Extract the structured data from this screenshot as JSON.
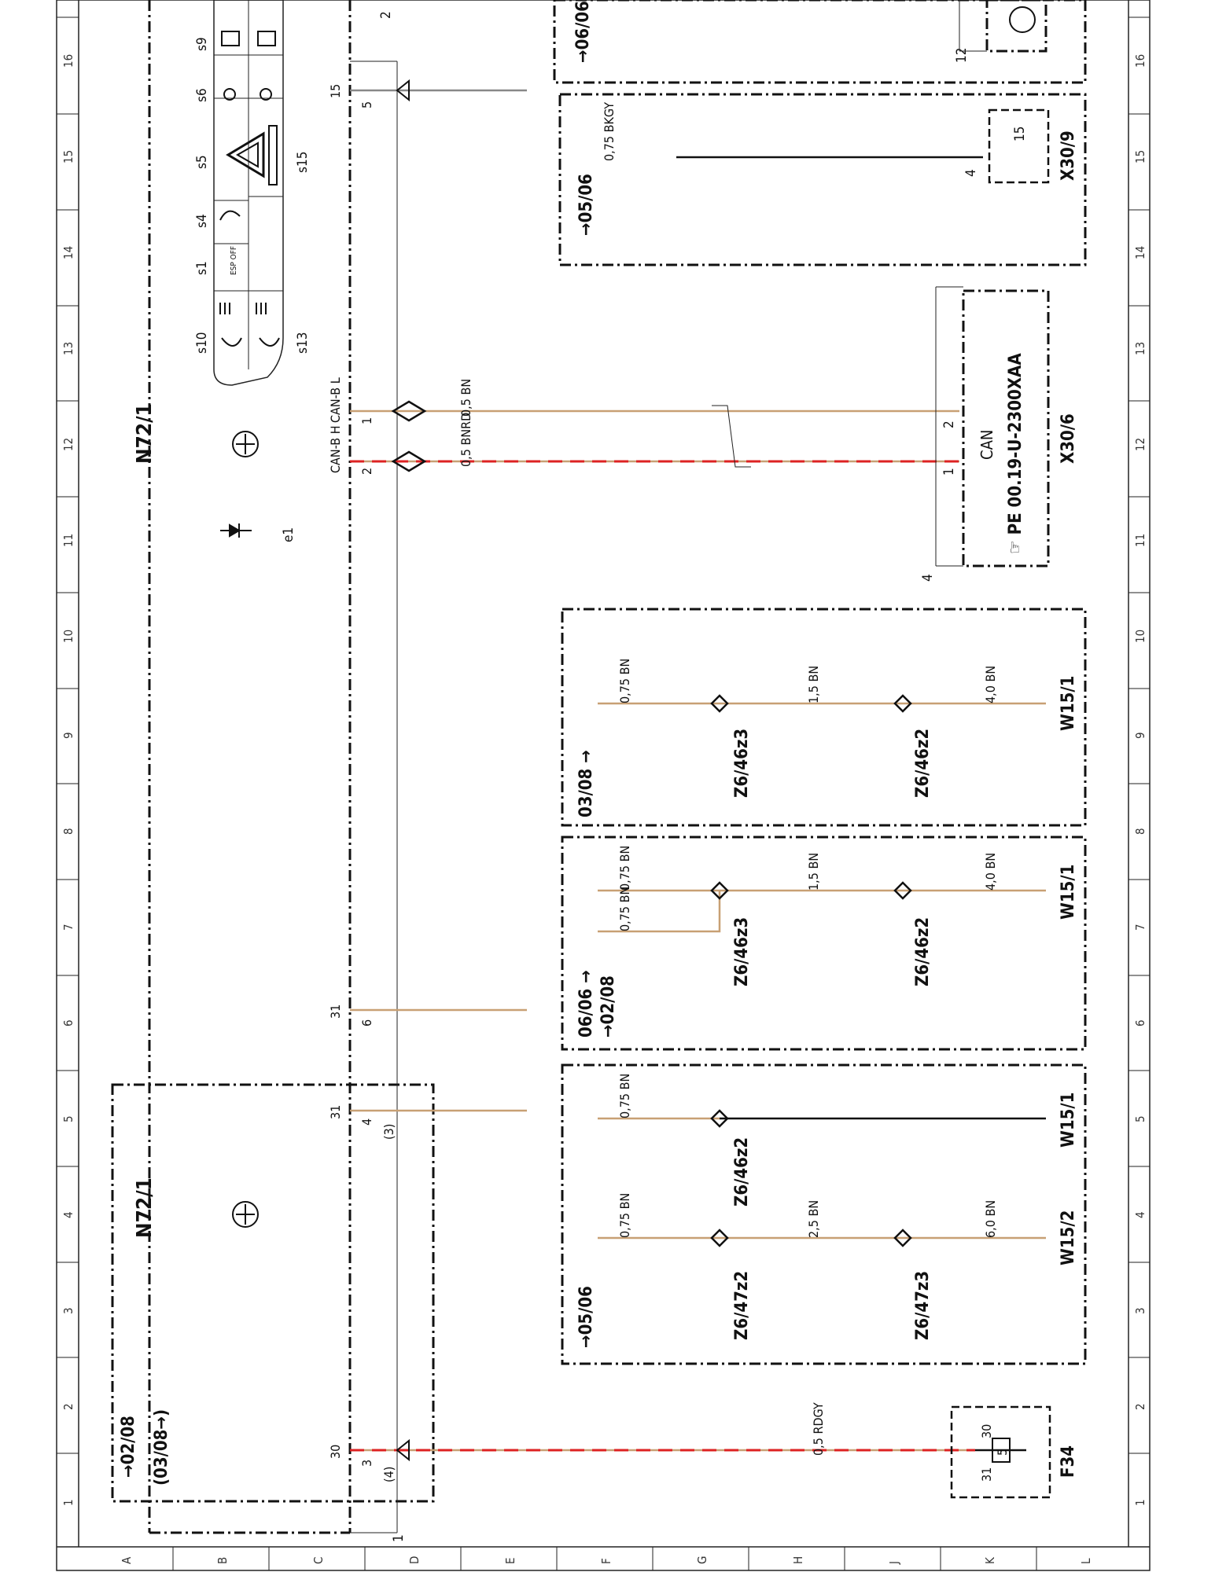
{
  "grid": {
    "columns": [
      "16",
      "15",
      "14",
      "13",
      "12",
      "11",
      "10",
      "9",
      "8",
      "7",
      "6",
      "5",
      "4",
      "3",
      "2",
      "1"
    ],
    "rows": [
      "A",
      "B",
      "C",
      "D",
      "E",
      "F",
      "G",
      "H",
      "J",
      "K",
      "L"
    ]
  },
  "components": {
    "n72_1_top": "N72/1",
    "n72_1_bottom": "N72/1",
    "e1": "e1",
    "switches": [
      "s9",
      "s6",
      "s5",
      "s4",
      "s1",
      "s10",
      "s13",
      "s15"
    ],
    "esp_off": "ESP OFF",
    "x30_9": "X30/9",
    "x30_6": "X30/6",
    "can_label": "CAN",
    "pe_ref": "PE 00.19-U-2300XAA",
    "f34": "F34",
    "f34_pins": [
      "30",
      "31",
      "5"
    ],
    "w15_1": "W15/1",
    "w15_2": "W15/2",
    "z6_46z3": "Z6/46z3",
    "z6_46z2": "Z6/46z2",
    "z6_47z2": "Z6/47z2",
    "z6_47z3": "Z6/47z3"
  },
  "pins": {
    "p15": "15",
    "p15_num": "5",
    "canbl": "CAN-B L",
    "canbl_num": "1",
    "canbh": "CAN-B H",
    "canbh_num": "2",
    "p31a": "31",
    "p31a_num": "6",
    "p31b": "31",
    "p31b_num": "4",
    "p31b_alt": "(3)",
    "p30": "30",
    "p30_num": "3",
    "p30_alt": "(4)",
    "x30_6_pins": [
      "1",
      "2",
      "4"
    ],
    "x30_9_pins": [
      "4",
      "15"
    ],
    "top_num": "2",
    "bottom_num": "1",
    "right_num": "12"
  },
  "dates": {
    "d0606": "06/06",
    "d0506a": "05/06",
    "d0308": "03/08",
    "d0606b": "06/06",
    "d0208": "02/08",
    "d0506b": "05/06",
    "d0208b": "02/08",
    "d0308b": "(03/08"
  },
  "wires": {
    "bkgy": "0,75 BKGY",
    "bn05": "0,5 BN",
    "bnrd": "0,5 BNRD",
    "bn075": "0,75 BN",
    "bn15": "1,5 BN",
    "bn40": "4,0 BN",
    "bn25": "2,5 BN",
    "bn60": "6,0 BN",
    "rdgy": "0,5 RDGY"
  }
}
